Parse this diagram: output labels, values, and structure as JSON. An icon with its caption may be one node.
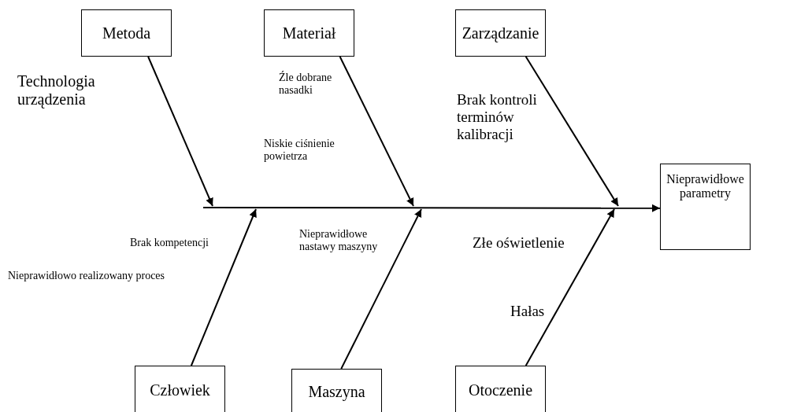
{
  "diagram": {
    "nodes": [
      {
        "text": [
          "Metoda"
        ]
      },
      {
        "text": [
          "Materiał"
        ]
      },
      {
        "text": [
          "Zarządzanie"
        ]
      },
      {
        "text": [
          "Nieprawidłowe parametry"
        ]
      },
      {
        "text": [
          "Człowiek"
        ]
      },
      {
        "text": [
          "Maszyna"
        ]
      },
      {
        "text": [
          "Otoczenie"
        ]
      }
    ],
    "edges": [
      {
        "from": null,
        "to": 3,
        "arrow": "to"
      },
      {
        "from": 0,
        "to": null,
        "arrow": "to"
      },
      {
        "from": 1,
        "to": null,
        "arrow": "to"
      },
      {
        "from": 2,
        "to": null,
        "arrow": "to"
      },
      {
        "from": 4,
        "to": null,
        "arrow": "to"
      },
      {
        "from": 5,
        "to": null,
        "arrow": "to"
      },
      {
        "from": 6,
        "to": null,
        "arrow": "to"
      }
    ],
    "labels": [
      "Technologia urządzenia",
      "Źle dobrane nasadki",
      "Brak kontroli terminów kalibracji",
      "Niskie ciśnienie powietrza",
      "Brak kompetencji",
      "Nieprawidłowe nastawy maszyny",
      "Złe oświetlenie",
      "Nieprawidłowo realizowany proces",
      "Hałas"
    ]
  }
}
